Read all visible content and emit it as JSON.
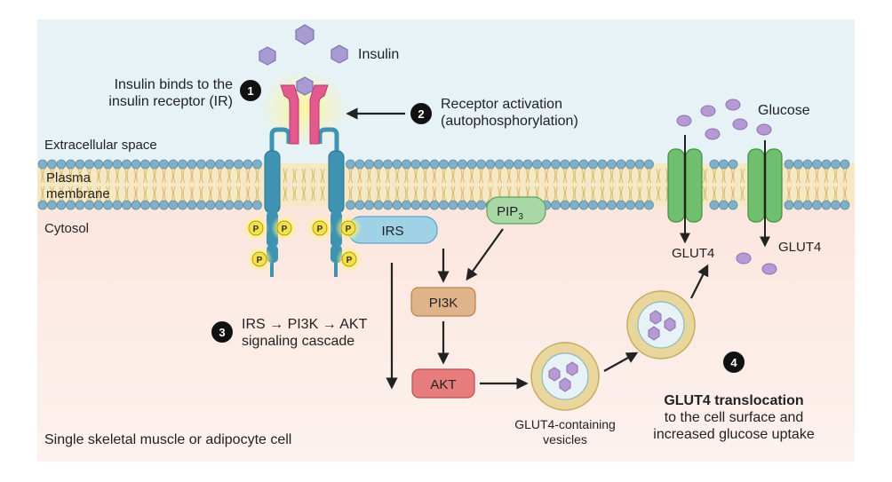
{
  "labels": {
    "insulin": "Insulin",
    "extracellular": "Extracellular space",
    "plasma_line1": "Plasma",
    "plasma_line2": "membrane",
    "cytosol": "Cytosol",
    "glucose": "Glucose",
    "glut4_left": "GLUT4",
    "glut4_right": "GLUT4",
    "irs": "IRS",
    "pip3_main": "PIP",
    "pip3_sub": "3",
    "pi3k": "PI3K",
    "akt": "AKT",
    "phospho": "P",
    "vesicles_line1": "GLUT4-containing",
    "vesicles_line2": "vesicles",
    "cell_caption": "Single skeletal muscle or adipocyte cell"
  },
  "steps": [
    {
      "number": "1",
      "lines": [
        "Insulin binds to the",
        "insulin receptor (IR)"
      ]
    },
    {
      "number": "2",
      "lines": [
        "Receptor activation",
        "(autophosphorylation)"
      ]
    },
    {
      "number": "3",
      "lines": [
        "IRS → PI3K → AKT",
        "signaling cascade"
      ]
    },
    {
      "number": "4",
      "title": "GLUT4 translocation",
      "lines": [
        "to the cell surface and",
        "increased glucose uptake"
      ]
    }
  ],
  "colors": {
    "extracellular_bg": "#e6f2f6",
    "cytosol_bg": "#fbeae3",
    "membrane_head": "#7fb0c8",
    "membrane_tail": "#e9cf8a",
    "receptor_alpha": "#e45a8e",
    "receptor_beta": "#3e93b3",
    "insulin": "#a79bd2",
    "phospho": "#f3e14a",
    "irs": "#9fd2e6",
    "pip3": "#a9d8a6",
    "pi3k": "#e0b48a",
    "akt": "#e67c7c",
    "glut4": "#6fbf6f",
    "glucose": "#b69ad4",
    "vesicle": "#e8d69c"
  }
}
